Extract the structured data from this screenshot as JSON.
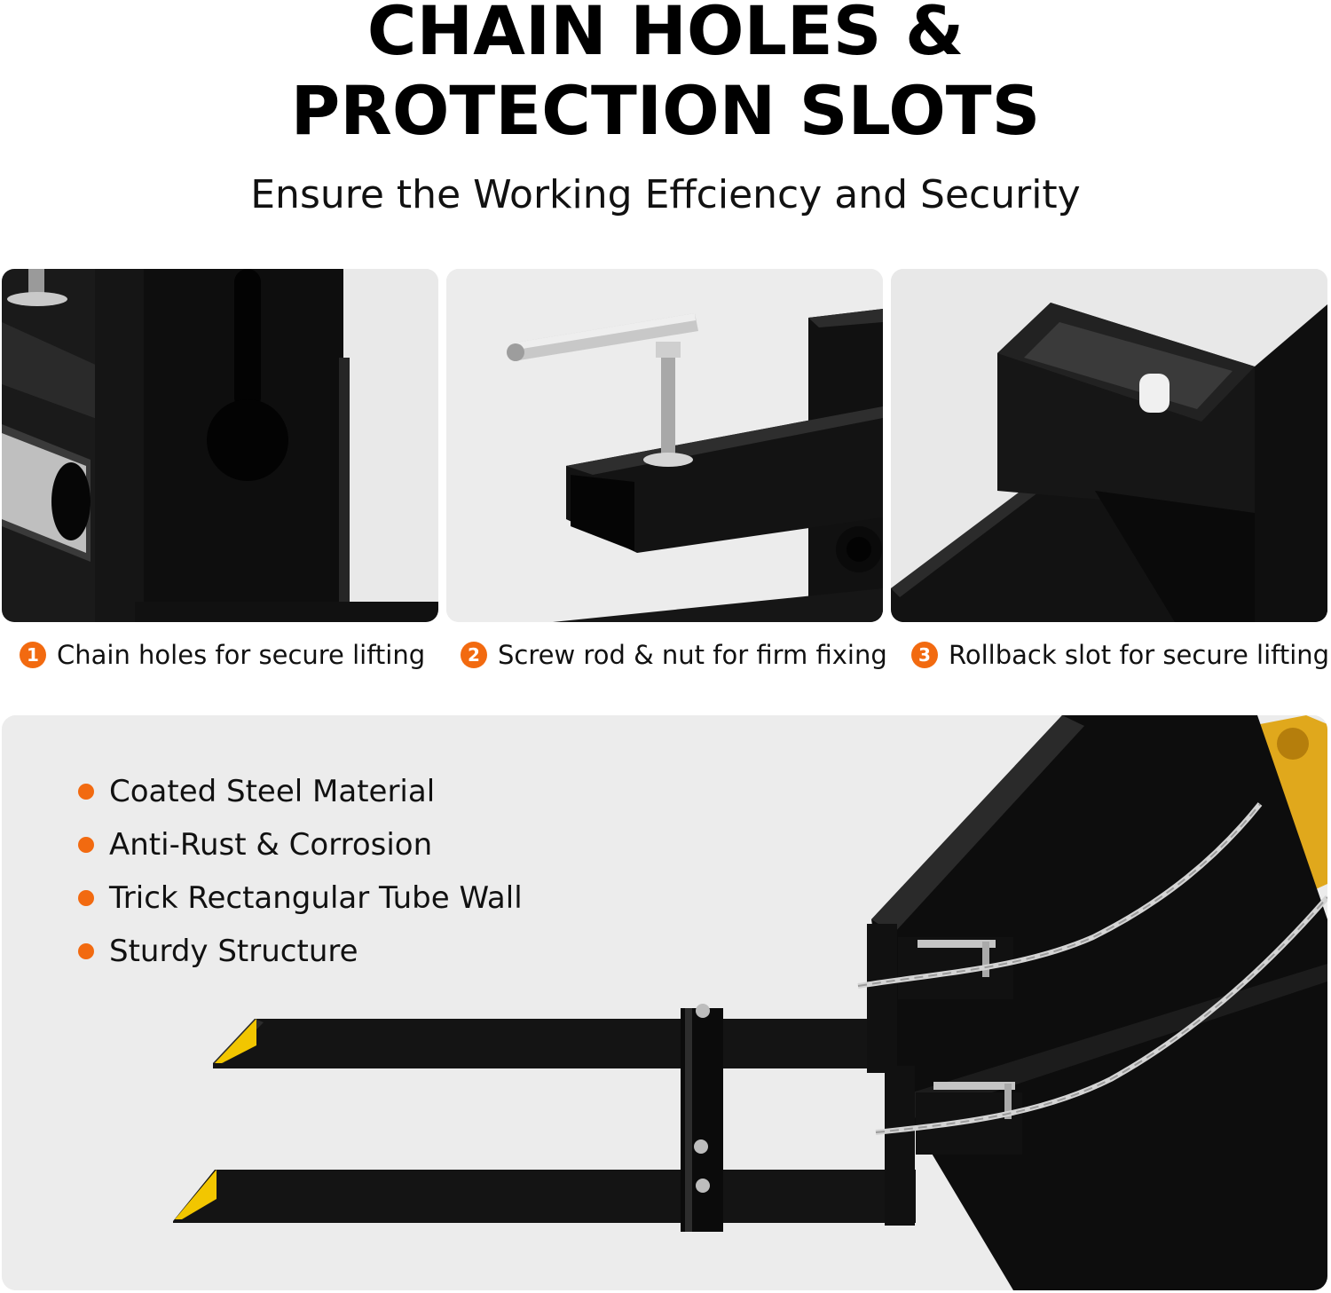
{
  "header": {
    "title_line1": "CHAIN HOLES &",
    "title_line2": "PROTECTION SLOTS",
    "subtitle": "Ensure the Working Effciency and Security"
  },
  "details": [
    {
      "number": "1",
      "caption": "Chain holes for secure lifting"
    },
    {
      "number": "2",
      "caption": "Screw rod & nut for firm fixing"
    },
    {
      "number": "3",
      "caption": "Rollback slot for secure lifting"
    }
  ],
  "features": [
    "Coated Steel Material",
    "Anti-Rust & Corrosion",
    "Trick Rectangular Tube Wall",
    "Sturdy Structure"
  ],
  "colors": {
    "accent": "#f26a10",
    "steel": "#121212",
    "fork_tip": "#f2c600",
    "panel_bg": "#ececec"
  }
}
